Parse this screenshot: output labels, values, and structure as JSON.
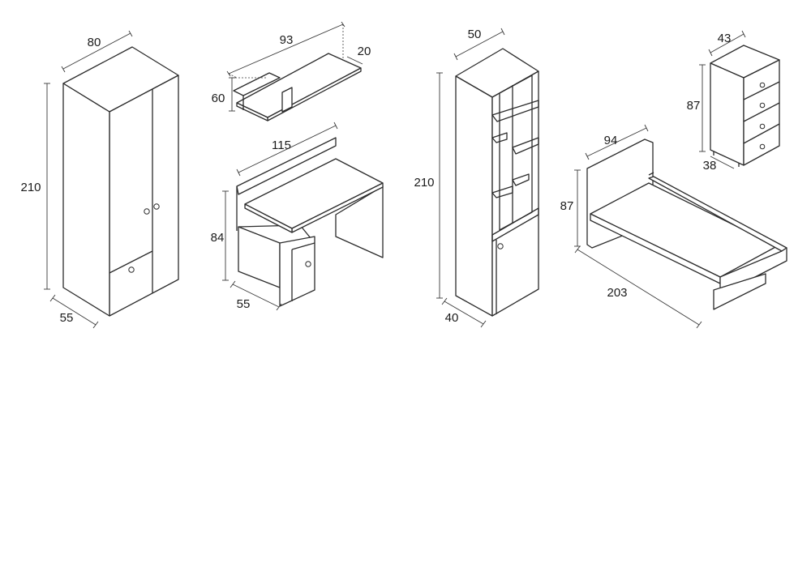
{
  "diagram": {
    "wardrobe": {
      "width": "80",
      "height": "210",
      "depth": "55"
    },
    "shelf": {
      "width": "93",
      "depth": "20",
      "height": "60"
    },
    "desk": {
      "width": "115",
      "height": "84",
      "depth": "55"
    },
    "bookcase": {
      "width": "50",
      "height": "210",
      "depth": "40"
    },
    "chest": {
      "width": "43",
      "height": "87",
      "depth": "38"
    },
    "bed": {
      "width": "94",
      "height": "87",
      "length": "203"
    }
  }
}
